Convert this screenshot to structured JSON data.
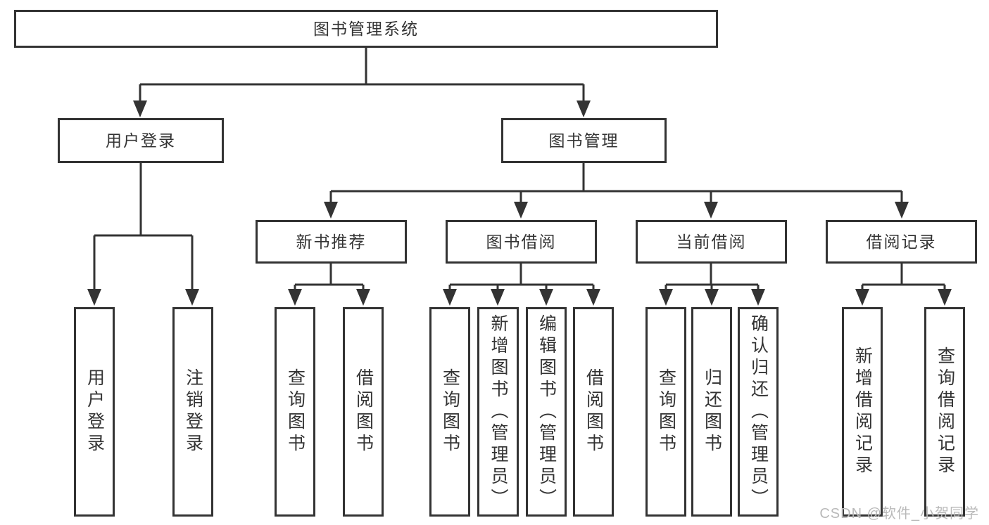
{
  "colors": {
    "line": "#333333",
    "text": "#333333",
    "watermark": "#b9b9b9",
    "background": "#ffffff"
  },
  "watermark": "CSDN @软件_小贺同学",
  "diagram": {
    "type": "hierarchy-tree",
    "root": {
      "label": "图书管理系统"
    },
    "branches": [
      {
        "label": "用户登录",
        "children": [
          {
            "label": "用户登录"
          },
          {
            "label": "注销登录"
          }
        ]
      },
      {
        "label": "图书管理",
        "children": [
          {
            "label": "新书推荐",
            "children": [
              {
                "label": "查询图书"
              },
              {
                "label": "借阅图书"
              }
            ]
          },
          {
            "label": "图书借阅",
            "children": [
              {
                "label": "查询图书"
              },
              {
                "label": "新增图书（管理员）"
              },
              {
                "label": "编辑图书（管理员）"
              },
              {
                "label": "借阅图书"
              }
            ]
          },
          {
            "label": "当前借阅",
            "children": [
              {
                "label": "查询图书"
              },
              {
                "label": "归还图书"
              },
              {
                "label": "确认归还（管理员）"
              }
            ]
          },
          {
            "label": "借阅记录",
            "children": [
              {
                "label": "新增借阅记录"
              },
              {
                "label": "查询借阅记录"
              }
            ]
          }
        ]
      }
    ]
  }
}
